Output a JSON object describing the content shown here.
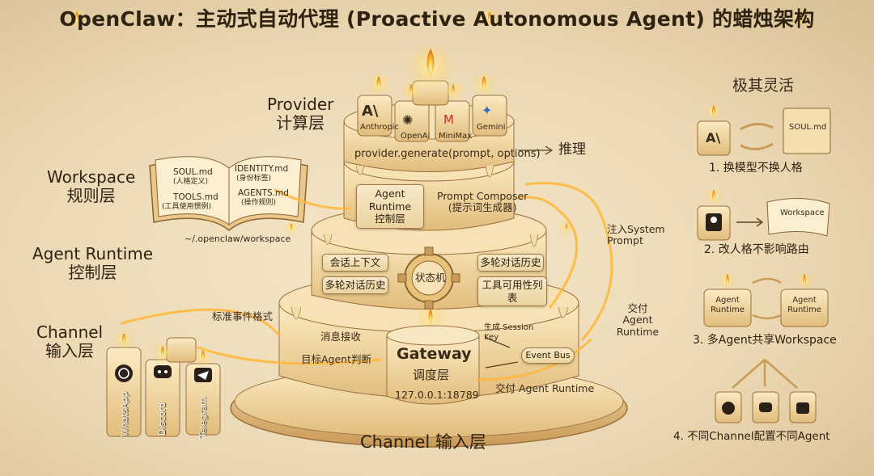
{
  "title": "OpenClaw：主动式自动代理 (Proactive Autonomous Agent) 的蜡烛架构",
  "layers": {
    "provider": {
      "name": "Provider",
      "sub": "计算层"
    },
    "workspace": {
      "name": "Workspace",
      "sub": "规则层"
    },
    "runtime": {
      "name": "Agent Runtime",
      "sub": "控制层"
    },
    "channel": {
      "name": "Channel",
      "sub": "输入层"
    },
    "channel_bottom": "Channel 输入层"
  },
  "providers": [
    "Anthropic",
    "OpenAI",
    "MiniMax",
    "Gemini"
  ],
  "provider_call": "provider.generate(prompt, options)",
  "inference": "推理",
  "workspace_book": {
    "soul": "SOUL.md",
    "soul_sub": "(人格定义)",
    "identity": "IDENTITY.md",
    "identity_sub": "(身份标签)",
    "tools": "TOOLS.md",
    "tools_sub": "(工具使用惯例)",
    "agents": "AGENTS.md",
    "agents_sub": "(操作规则)",
    "path": "~/.openclaw/workspace"
  },
  "tier2": {
    "runtime_card": "Agent Runtime",
    "runtime_card_sub": "控制层",
    "composer": "Prompt Composer",
    "composer_sub": "(提示词生成器)",
    "inject": "注入System Prompt"
  },
  "tier3": {
    "ctx": "会话上下文",
    "multi_left": "多轮对话历史",
    "state": "状态机",
    "multi_right": "多轮对话历史",
    "tools_list": "工具可用性列表"
  },
  "tier4": {
    "std_event": "标准事件格式",
    "msg_in": "消息接收",
    "target": "目标Agent判断",
    "gateway": "Gateway",
    "gateway_sub": "调度层",
    "addr": "127.0.0.1:18789",
    "session": "生成 Session Key",
    "event_bus": "Event Bus",
    "deliver": "交付 Agent Runtime",
    "deliver_right": "交付 Agent Runtime"
  },
  "channels": [
    "WhatsApp",
    "Discord",
    "Telegram"
  ],
  "flex": {
    "heading": "极其灵活",
    "soul_file": "SOUL.md",
    "item1": "1. 换模型不换人格",
    "workspace_book": "Workspace",
    "item2": "2. 改人格不影响路由",
    "runtime_a": "Agent Runtime",
    "runtime_b": "Agent Runtime",
    "item3": "3. 多Agent共享Workspace",
    "item4": "4. 不同Channel配置不同Agent"
  },
  "colors": {
    "wax": "#f1d9a3",
    "flame": "#ffb22e",
    "ink": "#2e2212",
    "glow": "#ffd873"
  }
}
